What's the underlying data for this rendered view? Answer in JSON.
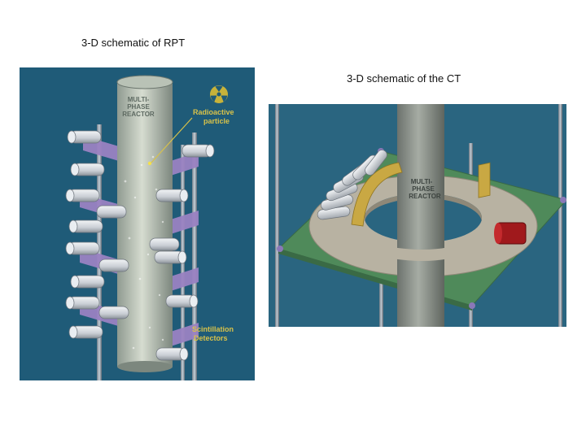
{
  "captions": {
    "rpt": "3-D schematic of RPT",
    "ct": "3-D schematic of the CT"
  },
  "rpt_figure": {
    "reactor_label": [
      "MULTI-",
      "PHASE",
      "REACTOR"
    ],
    "particle_label": [
      "Radioactive",
      "particle"
    ],
    "detector_label": [
      "Scintillation",
      "Detectors"
    ],
    "colors": {
      "background": "#1f5b78",
      "label": "#d8c24a"
    }
  },
  "ct_figure": {
    "reactor_label": [
      "MULTI-",
      "PHASE",
      "REACTOR"
    ],
    "colors": {
      "background": "#2a6580",
      "plate": "#4f8a5a",
      "ring": "#b8b2a2"
    }
  }
}
